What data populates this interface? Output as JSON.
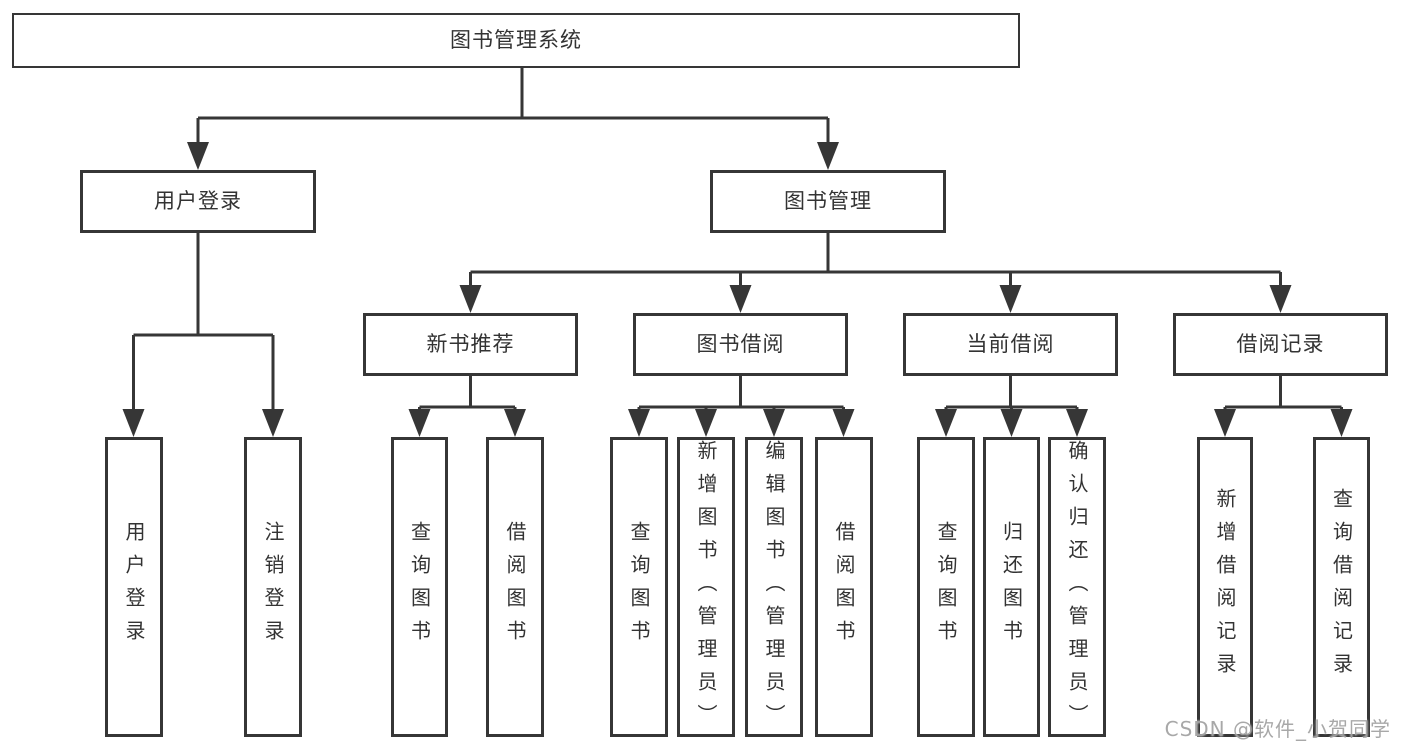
{
  "colors": {
    "line": "#363636",
    "border": "#363636",
    "text": "#333333",
    "background": "#ffffff",
    "watermark": "#9e9e9e"
  },
  "watermark": "CSDN @软件_小贺同学",
  "tree": {
    "label": "图书管理系统",
    "children": [
      {
        "label": "用户登录",
        "children": [
          {
            "label": "用户登录"
          },
          {
            "label": "注销登录"
          }
        ]
      },
      {
        "label": "图书管理",
        "children": [
          {
            "label": "新书推荐",
            "children": [
              {
                "label": "查询图书"
              },
              {
                "label": "借阅图书"
              }
            ]
          },
          {
            "label": "图书借阅",
            "children": [
              {
                "label": "查询图书"
              },
              {
                "label": "新增图书（管理员）"
              },
              {
                "label": "编辑图书（管理员）"
              },
              {
                "label": "借阅图书"
              }
            ]
          },
          {
            "label": "当前借阅",
            "children": [
              {
                "label": "查询图书"
              },
              {
                "label": "归还图书"
              },
              {
                "label": "确认归还（管理员）"
              }
            ]
          },
          {
            "label": "借阅记录",
            "children": [
              {
                "label": "新增借阅记录"
              },
              {
                "label": "查询借阅记录"
              }
            ]
          }
        ]
      }
    ]
  }
}
